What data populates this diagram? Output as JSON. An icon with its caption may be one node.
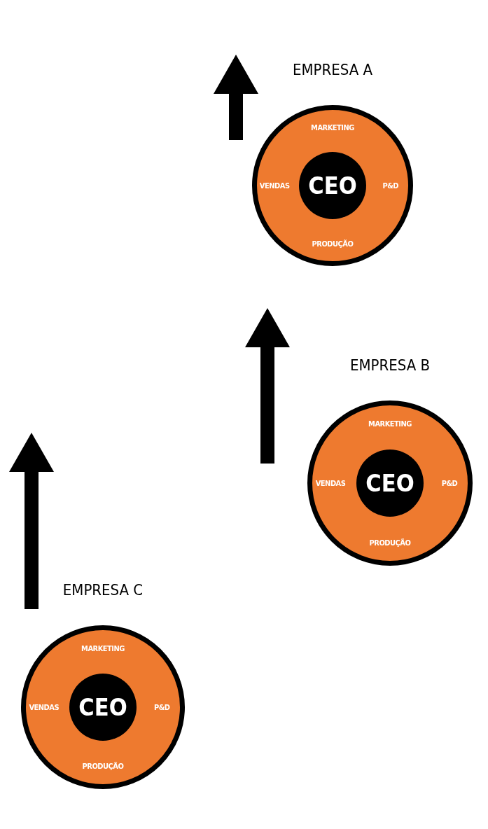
{
  "diagram": {
    "nodes": [
      {
        "text": [
          "EMPRESA A",
          "MARKETING",
          "VENDAS",
          "P&D",
          "PRODUÇÃO"
        ]
      },
      {
        "text": [
          "CEO"
        ],
        "in": 0
      },
      {
        "text": [
          "EMPRESA B",
          "MARKETING",
          "VENDAS",
          "P&D",
          "PRODUÇÃO"
        ]
      },
      {
        "text": [
          "CEO"
        ],
        "in": 2
      },
      {
        "text": [
          "EMPRESA C",
          "MARKETING",
          "VENDAS",
          "P&D",
          "PRODUÇÃO"
        ]
      },
      {
        "text": [
          "CEO"
        ],
        "in": 4
      }
    ]
  }
}
